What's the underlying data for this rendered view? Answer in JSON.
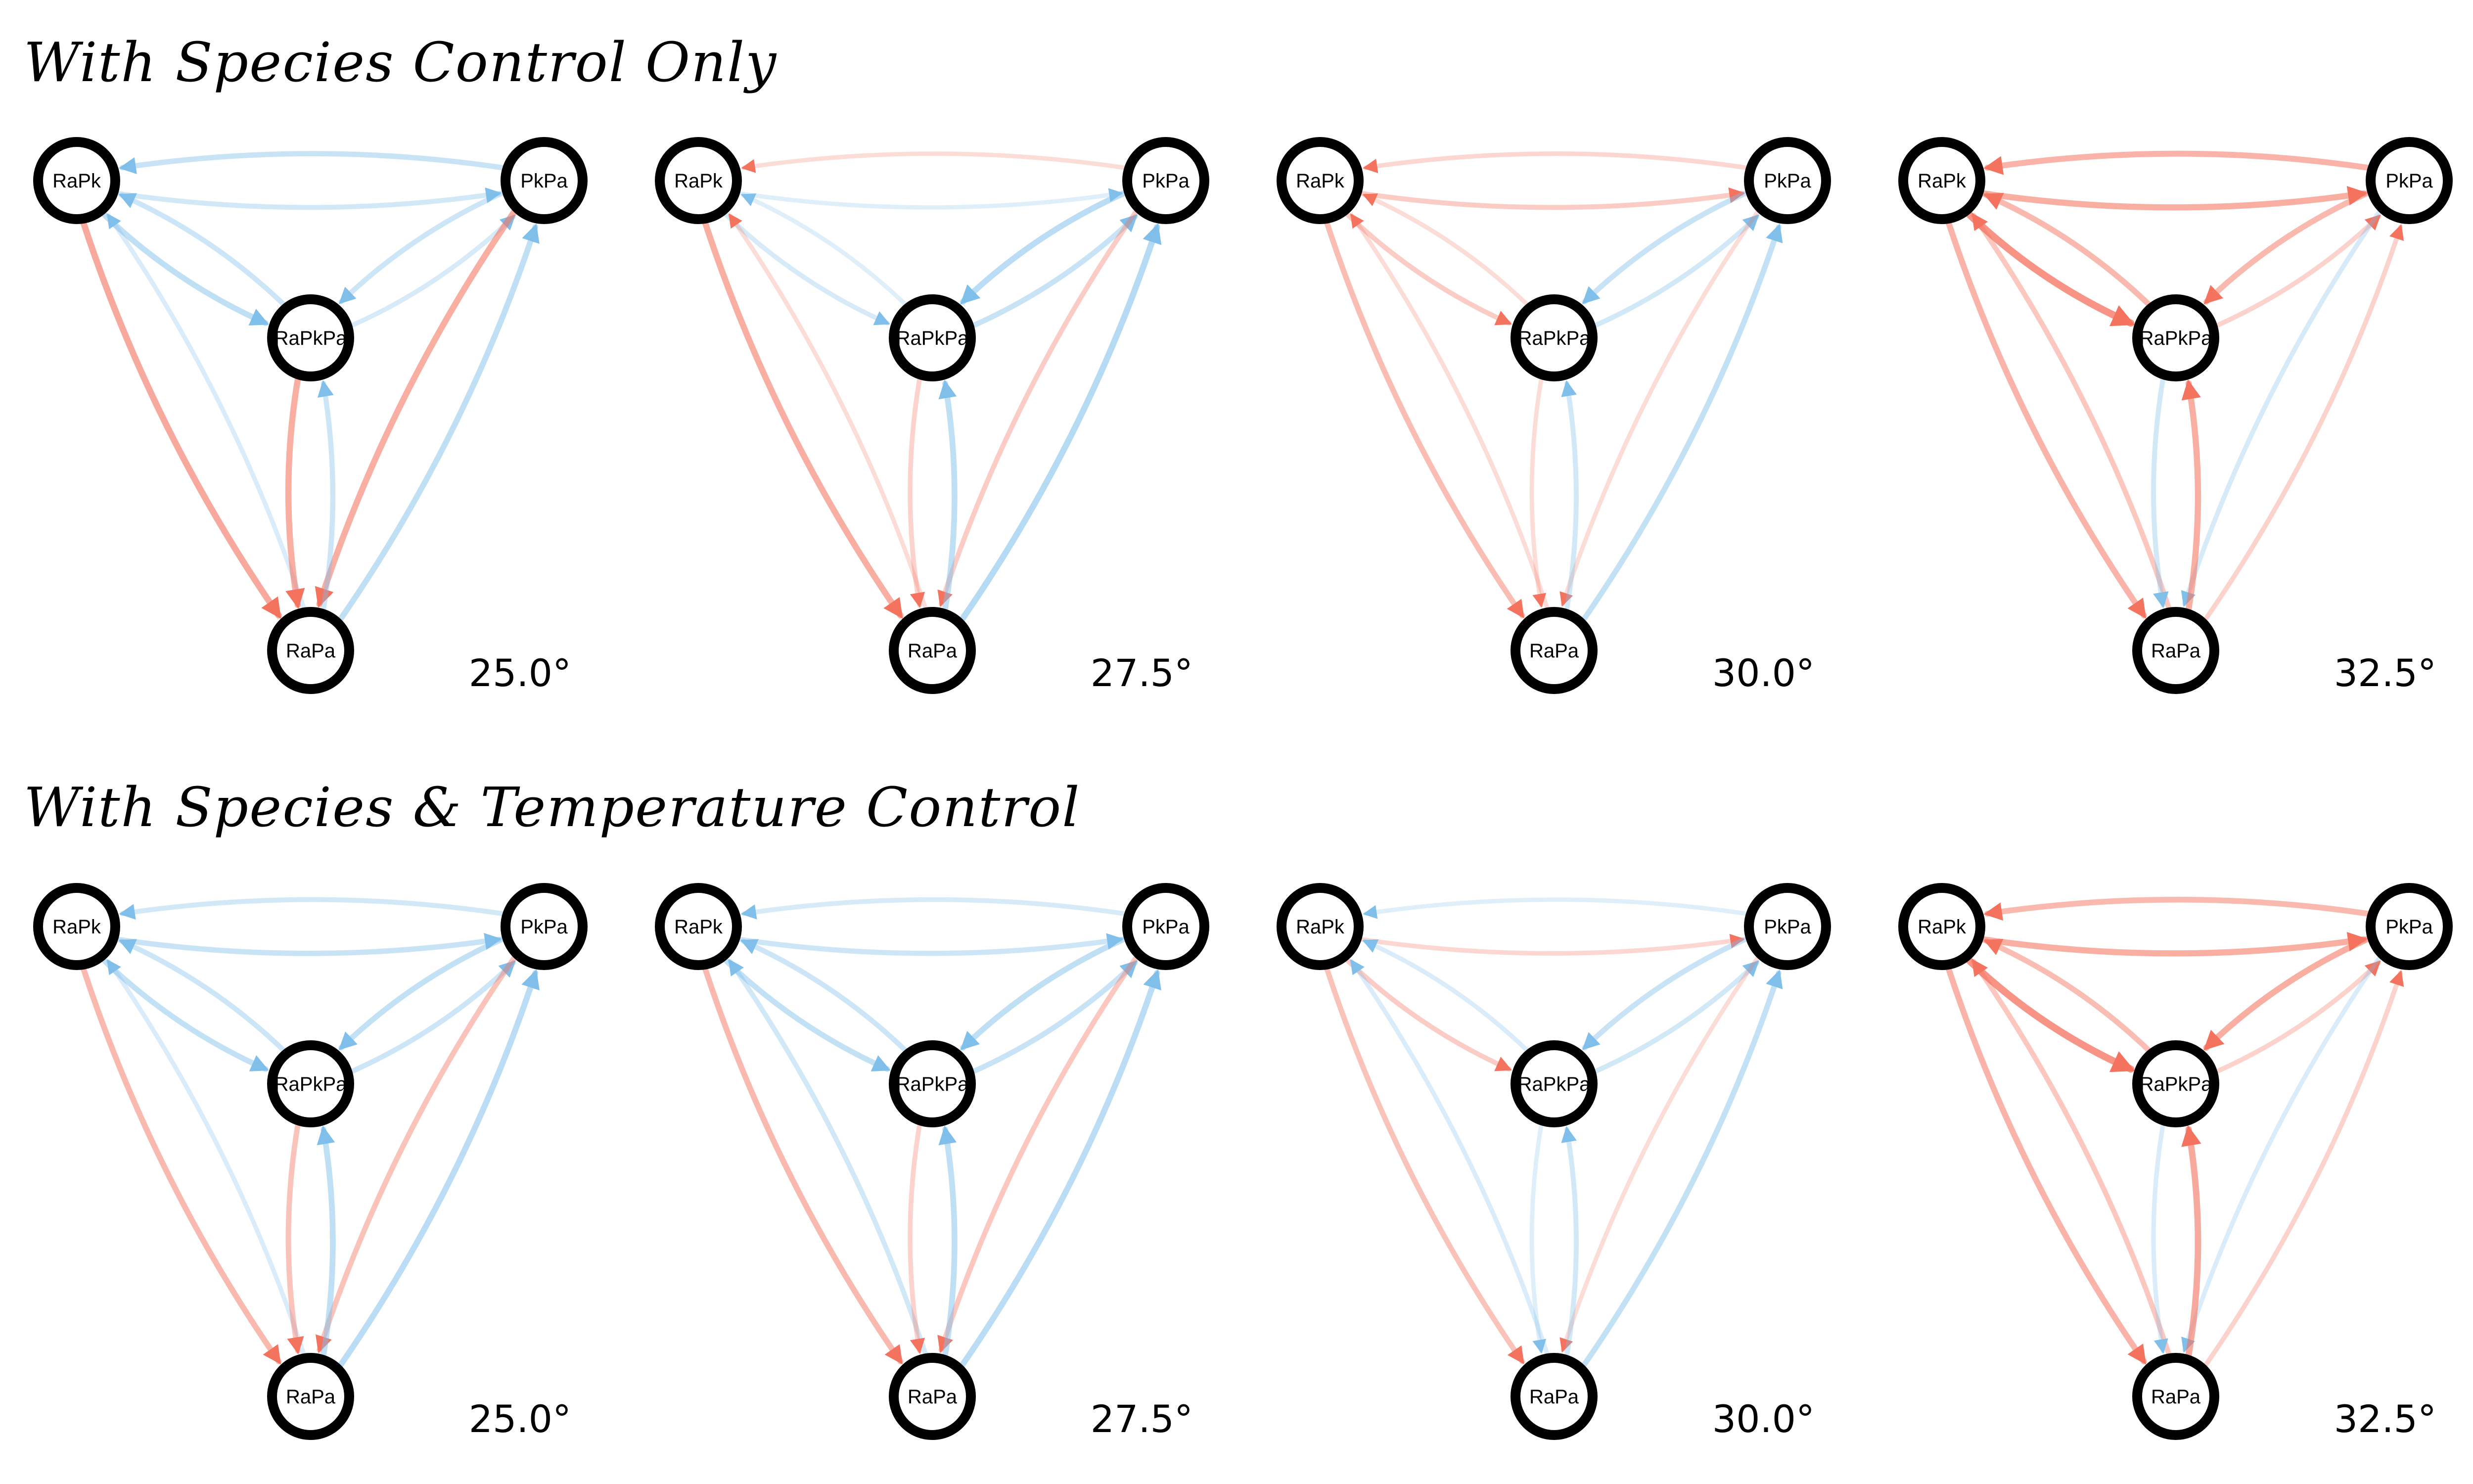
{
  "rows": [
    {
      "title": "With Species Control Only",
      "panels": [
        {
          "temperature": "25.0°",
          "edges": [
            [
              "RaPk",
              "PkPa",
              -0.25
            ],
            [
              "PkPa",
              "RaPk",
              -0.35
            ],
            [
              "RaPk",
              "RaPkPa",
              -0.45
            ],
            [
              "RaPkPa",
              "RaPk",
              -0.3
            ],
            [
              "PkPa",
              "RaPkPa",
              -0.3
            ],
            [
              "RaPkPa",
              "PkPa",
              -0.2
            ],
            [
              "RaPk",
              "RaPa",
              0.6
            ],
            [
              "RaPa",
              "RaPk",
              -0.15
            ],
            [
              "PkPa",
              "RaPa",
              0.55
            ],
            [
              "RaPa",
              "PkPa",
              -0.45
            ],
            [
              "RaPkPa",
              "RaPa",
              0.55
            ],
            [
              "RaPa",
              "RaPkPa",
              -0.3
            ]
          ]
        },
        {
          "temperature": "27.5°",
          "edges": [
            [
              "RaPk",
              "PkPa",
              -0.1
            ],
            [
              "PkPa",
              "RaPk",
              0.1
            ],
            [
              "RaPk",
              "RaPkPa",
              -0.2
            ],
            [
              "RaPkPa",
              "RaPk",
              -0.1
            ],
            [
              "PkPa",
              "RaPkPa",
              -0.5
            ],
            [
              "RaPkPa",
              "PkPa",
              -0.35
            ],
            [
              "RaPk",
              "RaPa",
              0.55
            ],
            [
              "RaPa",
              "RaPk",
              0.1
            ],
            [
              "PkPa",
              "RaPa",
              0.25
            ],
            [
              "RaPa",
              "PkPa",
              -0.55
            ],
            [
              "RaPkPa",
              "RaPa",
              0.2
            ],
            [
              "RaPa",
              "RaPkPa",
              -0.45
            ]
          ]
        },
        {
          "temperature": "30.0°",
          "edges": [
            [
              "RaPk",
              "PkPa",
              0.25
            ],
            [
              "PkPa",
              "RaPk",
              0.15
            ],
            [
              "RaPk",
              "RaPkPa",
              0.25
            ],
            [
              "RaPkPa",
              "RaPk",
              0.1
            ],
            [
              "PkPa",
              "RaPkPa",
              -0.35
            ],
            [
              "RaPkPa",
              "PkPa",
              -0.25
            ],
            [
              "RaPk",
              "RaPa",
              0.4
            ],
            [
              "RaPa",
              "RaPk",
              0.1
            ],
            [
              "PkPa",
              "RaPa",
              0.1
            ],
            [
              "RaPa",
              "PkPa",
              -0.4
            ],
            [
              "RaPkPa",
              "RaPa",
              0.1
            ],
            [
              "RaPa",
              "RaPkPa",
              -0.25
            ]
          ]
        },
        {
          "temperature": "32.5°",
          "edges": [
            [
              "RaPk",
              "PkPa",
              0.55
            ],
            [
              "PkPa",
              "RaPk",
              0.5
            ],
            [
              "RaPk",
              "RaPkPa",
              0.8
            ],
            [
              "RaPkPa",
              "RaPk",
              0.45
            ],
            [
              "PkPa",
              "RaPkPa",
              0.45
            ],
            [
              "RaPkPa",
              "PkPa",
              0.2
            ],
            [
              "RaPk",
              "RaPa",
              0.5
            ],
            [
              "RaPa",
              "RaPk",
              0.3
            ],
            [
              "PkPa",
              "RaPa",
              -0.2
            ],
            [
              "RaPa",
              "PkPa",
              0.2
            ],
            [
              "RaPkPa",
              "RaPa",
              -0.25
            ],
            [
              "RaPa",
              "RaPkPa",
              0.55
            ]
          ]
        }
      ]
    },
    {
      "title": "With Species & Temperature Control",
      "panels": [
        {
          "temperature": "25.0°",
          "edges": [
            [
              "RaPk",
              "PkPa",
              -0.35
            ],
            [
              "PkPa",
              "RaPk",
              -0.25
            ],
            [
              "RaPk",
              "RaPkPa",
              -0.4
            ],
            [
              "RaPkPa",
              "RaPk",
              -0.3
            ],
            [
              "PkPa",
              "RaPkPa",
              -0.4
            ],
            [
              "RaPkPa",
              "PkPa",
              -0.3
            ],
            [
              "RaPk",
              "RaPa",
              0.45
            ],
            [
              "RaPa",
              "RaPk",
              -0.15
            ],
            [
              "PkPa",
              "RaPa",
              0.35
            ],
            [
              "RaPa",
              "PkPa",
              -0.5
            ],
            [
              "RaPkPa",
              "RaPa",
              0.35
            ],
            [
              "RaPa",
              "RaPkPa",
              -0.45
            ]
          ]
        },
        {
          "temperature": "27.5°",
          "edges": [
            [
              "RaPk",
              "PkPa",
              -0.3
            ],
            [
              "PkPa",
              "RaPk",
              -0.2
            ],
            [
              "RaPk",
              "RaPkPa",
              -0.4
            ],
            [
              "RaPkPa",
              "RaPk",
              -0.3
            ],
            [
              "PkPa",
              "RaPkPa",
              -0.45
            ],
            [
              "RaPkPa",
              "PkPa",
              -0.35
            ],
            [
              "RaPk",
              "RaPa",
              0.45
            ],
            [
              "RaPa",
              "RaPk",
              -0.25
            ],
            [
              "PkPa",
              "RaPa",
              0.3
            ],
            [
              "RaPa",
              "PkPa",
              -0.5
            ],
            [
              "RaPkPa",
              "RaPa",
              0.2
            ],
            [
              "RaPa",
              "RaPkPa",
              -0.45
            ]
          ]
        },
        {
          "temperature": "30.0°",
          "edges": [
            [
              "RaPk",
              "PkPa",
              0.15
            ],
            [
              "PkPa",
              "RaPk",
              -0.1
            ],
            [
              "RaPk",
              "RaPkPa",
              0.25
            ],
            [
              "RaPkPa",
              "RaPk",
              -0.15
            ],
            [
              "PkPa",
              "RaPkPa",
              -0.35
            ],
            [
              "RaPkPa",
              "PkPa",
              -0.25
            ],
            [
              "RaPk",
              "RaPa",
              0.35
            ],
            [
              "RaPa",
              "RaPk",
              -0.15
            ],
            [
              "PkPa",
              "RaPa",
              0.1
            ],
            [
              "RaPa",
              "PkPa",
              -0.4
            ],
            [
              "RaPkPa",
              "RaPa",
              -0.1
            ],
            [
              "RaPa",
              "RaPkPa",
              -0.25
            ]
          ]
        },
        {
          "temperature": "32.5°",
          "edges": [
            [
              "RaPk",
              "PkPa",
              0.55
            ],
            [
              "PkPa",
              "RaPk",
              0.45
            ],
            [
              "RaPk",
              "RaPkPa",
              0.8
            ],
            [
              "RaPkPa",
              "RaPk",
              0.4
            ],
            [
              "PkPa",
              "RaPkPa",
              0.55
            ],
            [
              "RaPkPa",
              "PkPa",
              0.2
            ],
            [
              "RaPk",
              "RaPa",
              0.5
            ],
            [
              "RaPa",
              "RaPk",
              0.3
            ],
            [
              "PkPa",
              "RaPa",
              -0.15
            ],
            [
              "RaPa",
              "PkPa",
              0.2
            ],
            [
              "RaPkPa",
              "RaPa",
              -0.15
            ],
            [
              "RaPa",
              "RaPkPa",
              0.6
            ]
          ]
        }
      ]
    }
  ],
  "nodes": [
    "RaPk",
    "PkPa",
    "RaPkPa",
    "RaPa"
  ],
  "colors": {
    "positive": "#f4735f",
    "negative": "#7fbfea",
    "node_stroke": "#000000",
    "node_fill": "#ffffff"
  }
}
